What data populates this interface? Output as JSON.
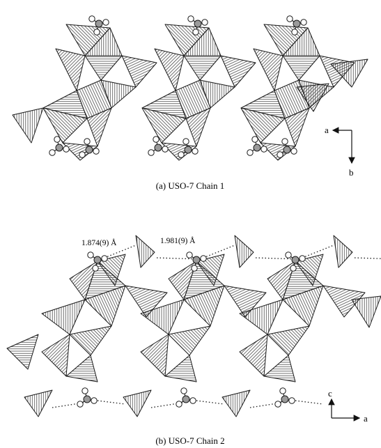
{
  "panel_a": {
    "caption": "(a) USO-7 Chain 1",
    "axis_horizontal": "a",
    "axis_vertical": "b"
  },
  "panel_b": {
    "caption": "(b) USO-7 Chain 2",
    "distance_1": "1.874(9) Å",
    "distance_2": "1.981(9) Å",
    "axis_horizontal": "a",
    "axis_vertical": "c"
  },
  "colors": {
    "line": "#1a1a1a",
    "hatch": "#333333",
    "oxygen_atom": "#9a9a9a",
    "hydrogen_atom": "#ffffff",
    "background": "#ffffff"
  }
}
